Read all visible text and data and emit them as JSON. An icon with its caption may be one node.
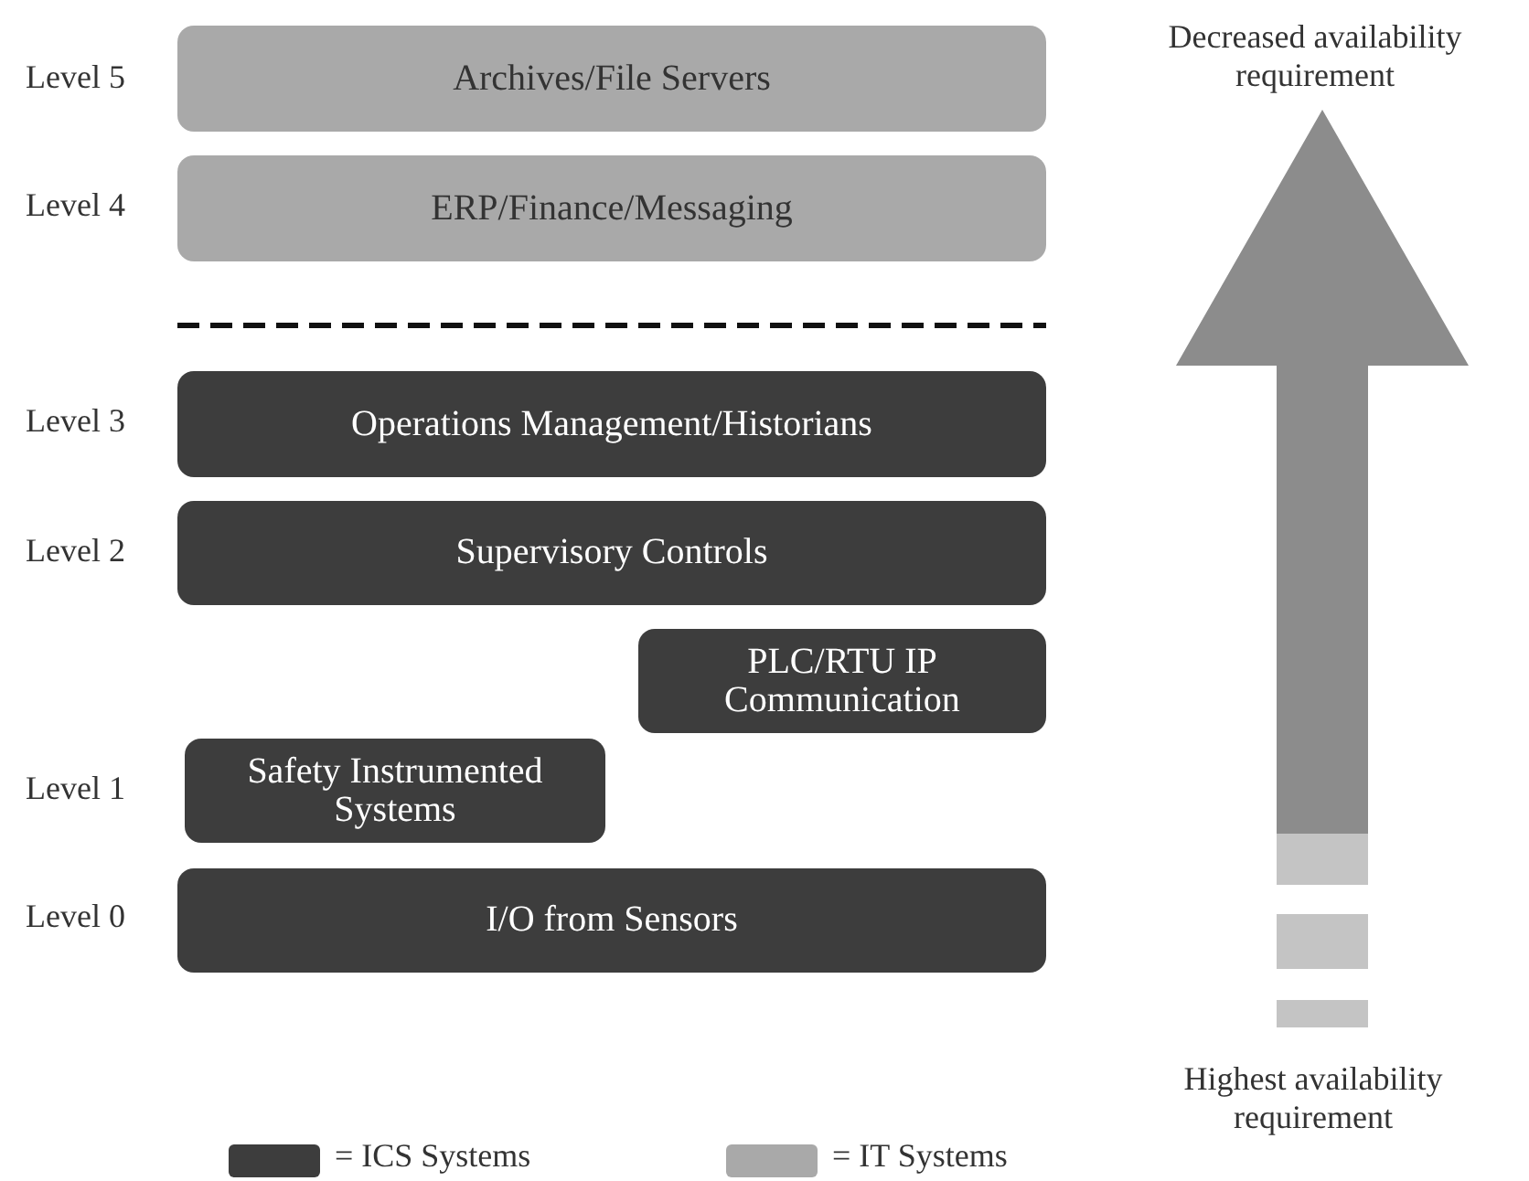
{
  "diagram": {
    "nodes": [
      {
        "text": [
          "Archives/File Servers"
        ]
      },
      {
        "text": [
          "ERP/Finance/Messaging"
        ]
      },
      {
        "text": [
          "Operations Management/Historians"
        ]
      },
      {
        "text": [
          "Supervisory Controls"
        ]
      },
      {
        "text": [
          "PLC/RTU IP Communication"
        ]
      },
      {
        "text": [
          "Safety Instrumented Systems"
        ]
      },
      {
        "text": [
          "I/O from Sensors"
        ]
      }
    ],
    "edges": [],
    "labels": [
      "Decreased availability requirement",
      "Level 5",
      "Level 4",
      "Level 3",
      "Level 2",
      "Level 1",
      "Level 0",
      "Highest availability requirement"
    ],
    "legend": [
      {
        "text": "= ICS Systems",
        "color": "#3d3d3d"
      },
      {
        "text": "= IT Systems",
        "color": "#a9a9a9"
      }
    ]
  }
}
